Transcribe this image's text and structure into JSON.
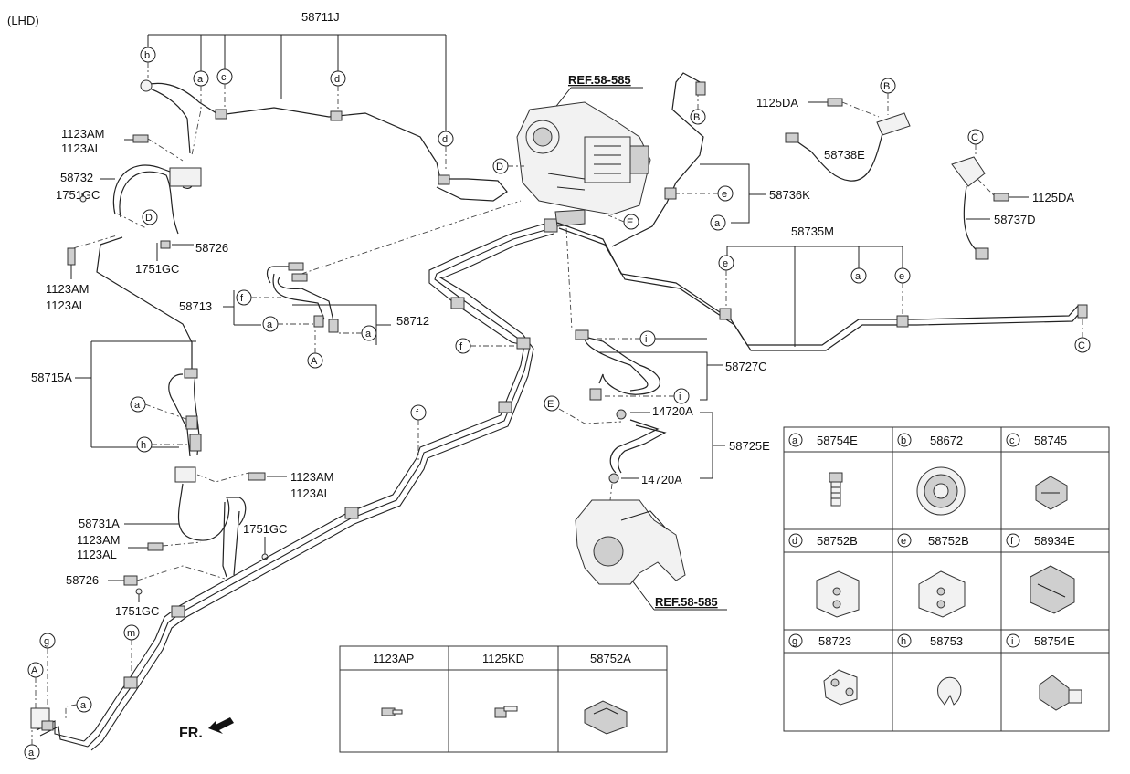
{
  "header_note": "(LHD)",
  "part_labels": {
    "p58711J": "58711J",
    "p1123AM_1": "1123AM",
    "p1123AL_1": "1123AL",
    "p58732": "58732",
    "p1751GC_1": "1751GC",
    "p58726_1": "58726",
    "p1751GC_2": "1751GC",
    "p1123AM_2": "1123AM",
    "p1123AL_2": "1123AL",
    "p58713": "58713",
    "p58712": "58712",
    "p58715A": "58715A",
    "p1123AM_3": "1123AM",
    "p1123AL_3": "1123AL",
    "p58731A": "58731A",
    "p1123AM_4": "1123AM",
    "p1123AL_4": "1123AL",
    "p1751GC_3": "1751GC",
    "p58726_2": "58726",
    "p1751GC_4": "1751GC",
    "p58736K": "58736K",
    "p1125DA_1": "1125DA",
    "p58738E": "58738E",
    "p1125DA_2": "1125DA",
    "p58737D": "58737D",
    "p58735M": "58735M",
    "p58727C": "58727C",
    "p14720A_1": "14720A",
    "p14720A_2": "14720A",
    "p58725E": "58725E",
    "ref_top": "REF.58-585",
    "ref_bottom": "REF.58-585",
    "fr": "FR."
  },
  "callout_letters": {
    "b": "b",
    "a": "a",
    "c": "c",
    "d": "d",
    "e": "e",
    "f": "f",
    "g": "g",
    "h": "h",
    "i": "i",
    "m": "m",
    "A": "A",
    "B": "B",
    "C": "C",
    "D": "D",
    "E": "E"
  },
  "legend_table": {
    "rows": [
      [
        {
          "letter": "a",
          "part": "58754E"
        },
        {
          "letter": "b",
          "part": "58672"
        },
        {
          "letter": "c",
          "part": "58745"
        }
      ],
      [
        {
          "letter": "d",
          "part": "58752B"
        },
        {
          "letter": "e",
          "part": "58752B"
        },
        {
          "letter": "f",
          "part": "58934E"
        }
      ],
      [
        {
          "letter": "g",
          "part": "58723"
        },
        {
          "letter": "h",
          "part": "58753"
        },
        {
          "letter": "i",
          "part": "58754E"
        }
      ]
    ]
  },
  "small_table": {
    "headers": [
      "1123AP",
      "1125KD",
      "58752A"
    ]
  }
}
